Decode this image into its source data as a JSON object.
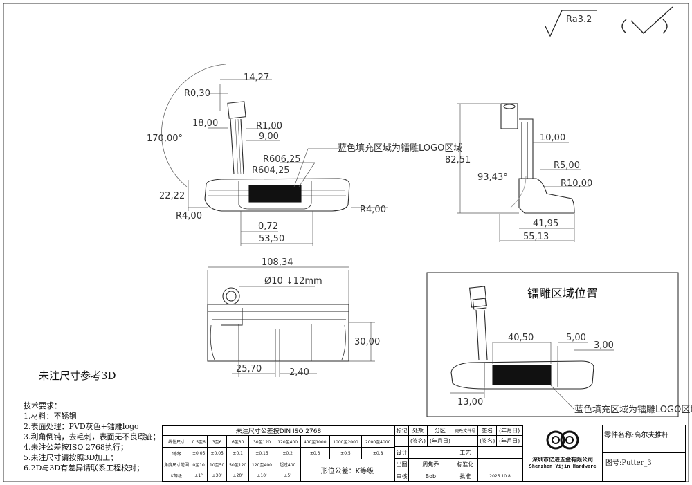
{
  "roughness": {
    "symbol": "Ra3.2"
  },
  "views": {
    "front": {
      "dims": {
        "angle": "170,00°",
        "r030": "R0,30",
        "d1427": "14,27",
        "d1800": "18,00",
        "r100": "R1,00",
        "d900": "9,00",
        "r60625": "R606,25",
        "r60425": "R604,25",
        "d2222": "22,22",
        "r400a": "R4,00",
        "r400b": "R4,00",
        "d072": "0,72",
        "d5350": "53,50"
      },
      "callout": "蓝色填充区域为镭雕LOGO区域"
    },
    "side": {
      "dims": {
        "d8251": "82,51",
        "d1000": "10,00",
        "angle": "93,43°",
        "r500": "R5,00",
        "r1000": "R10,00",
        "d4195": "41,95",
        "d5513": "55,13"
      }
    },
    "top": {
      "dims": {
        "d10834": "108,34",
        "hole": "Ø10 ↓12mm",
        "d3000": "30,00",
        "d2570": "25,70",
        "d240": "2,40"
      }
    },
    "logo_detail": {
      "title": "镭雕区域位置",
      "dims": {
        "d4050": "40,50",
        "d500": "5,00",
        "d300": "3,00",
        "d1300": "13,00"
      },
      "callout": "蓝色填充区域为镭雕LOGO区域"
    }
  },
  "reference_note": "未注尺寸参考3D",
  "tech_requirements": {
    "heading": "技术要求：",
    "items": [
      "1.材料：不锈钢",
      "2.表面处理：PVD灰色+镭雕logo",
      "3.利角倒钝，去毛刺，表面无不良瑕疵；",
      "4.未注公差按ISO  2768执行；",
      "5.未注尺寸请按照3D加工；",
      "6.2D与3D有差异请联系工程校对；"
    ]
  },
  "title_block": {
    "tolerance_header": "未注尺寸公差按DIN ISO 2768",
    "row_labels": [
      "线性尺寸",
      "f等级",
      "角度尺寸范围",
      "K等级"
    ],
    "linear_ranges": [
      "0.5至6",
      "3至6",
      "6至30",
      "30至120",
      "120至400",
      "400至1000",
      "1000至2000",
      "2000至4000"
    ],
    "linear_tols": [
      "±0.05",
      "±0.05",
      "±0.1",
      "±0.15",
      "±0.2",
      "±0.3",
      "±0.5",
      "±0.8"
    ],
    "angle_ranges": [
      "0至10",
      "10至50",
      "50至120",
      "120至400",
      "超过400"
    ],
    "angle_tols": [
      "±1°",
      "±30'",
      "±20'",
      "±10'",
      "±5'"
    ],
    "geom_tol": "形位公差：K等级",
    "rev_headers": [
      "标记",
      "处数",
      "分区",
      "更改文件号",
      "签名",
      "(年月日)"
    ],
    "rev_row": [
      "(签名)",
      "(年月日)",
      "",
      "(签名)",
      "(年月日)"
    ],
    "rows": [
      {
        "label": "设计",
        "name": "",
        "role": "工艺"
      },
      {
        "label": "出图",
        "name": "周焦乔",
        "role": "标准化"
      },
      {
        "label": "审核",
        "name": "Bob",
        "role": "批准",
        "date": "2025.10.8"
      }
    ],
    "company_cn": "深圳市亿进五金有限公司",
    "company_en": "Shenzhen Yijin Hardware",
    "part_name": "零件名称:高尔夫推杆",
    "drawing_no": "图号:Putter_3"
  },
  "colors": {
    "line": "#2a2a2a",
    "logo_fill": "#111111",
    "dim": "#444444"
  }
}
